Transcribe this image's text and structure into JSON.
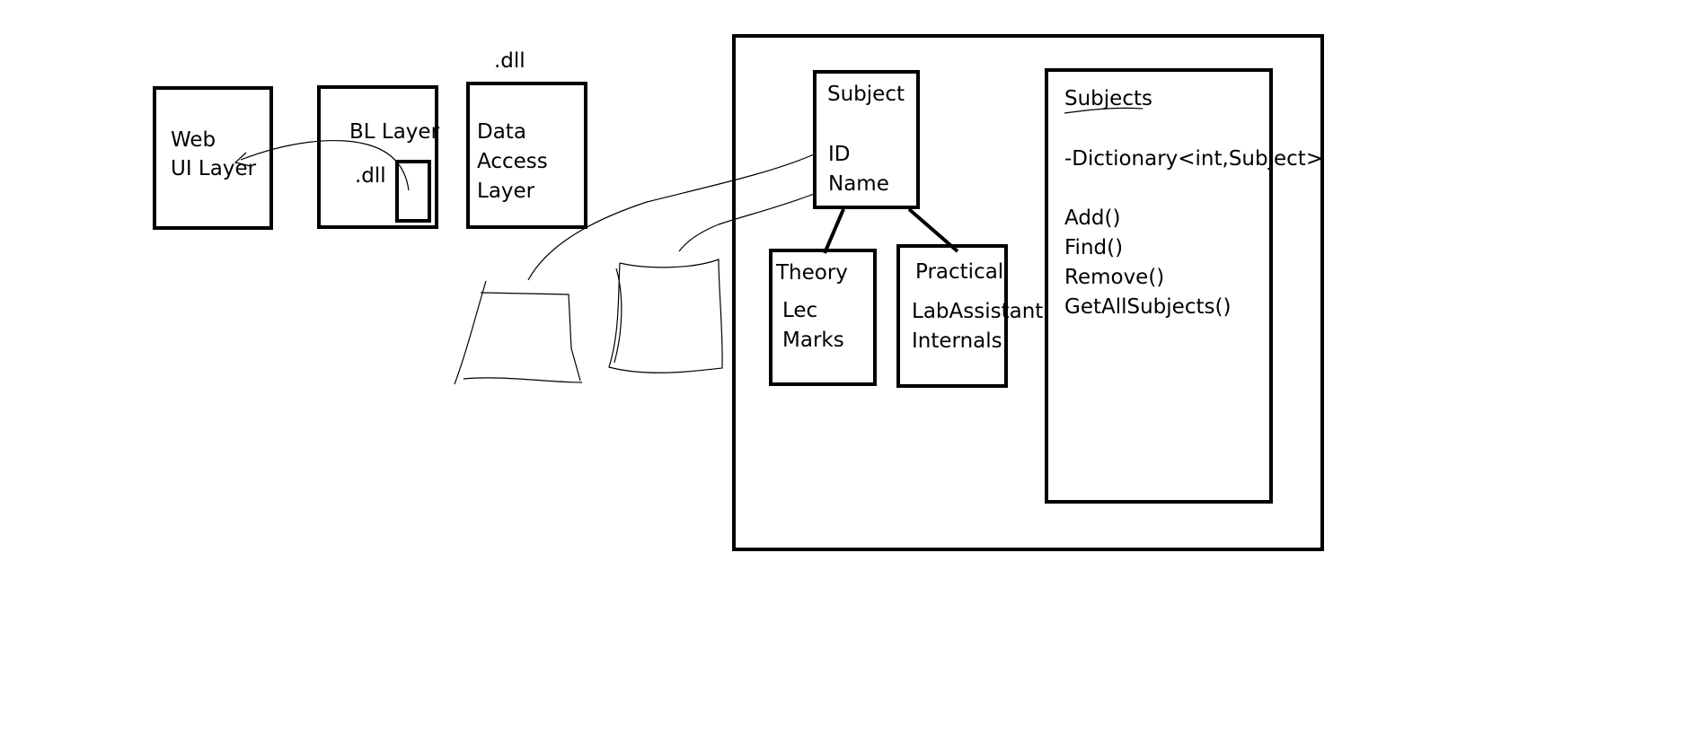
{
  "layers": {
    "web_ui_line1": "Web",
    "web_ui_line2": "UI Layer",
    "bl_label": "BL Layer",
    "bl_dll": ".dll",
    "dal_dll": ".dll",
    "dal_line1": "Data",
    "dal_line2": "Access",
    "dal_line3": "Layer"
  },
  "subject_class": {
    "title": "Subject",
    "field_id": "ID",
    "field_name": "Name"
  },
  "theory_class": {
    "title": "Theory",
    "field_lec": "Lec",
    "field_marks": "Marks"
  },
  "practical_class": {
    "title": "Practical",
    "field_labassistant": "LabAssistant",
    "field_internals": "Internals"
  },
  "subjects_class": {
    "title": "Subjects",
    "field_dictionary": "-Dictionary<int,Subject>",
    "methods": [
      "Add()",
      "Find()",
      "Remove()",
      "GetAllSubjects()"
    ]
  }
}
